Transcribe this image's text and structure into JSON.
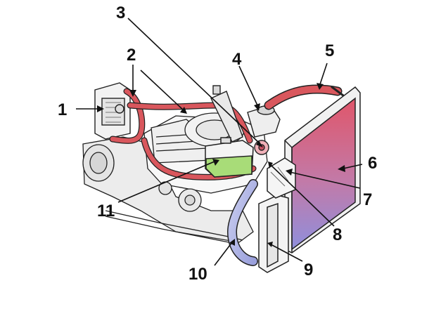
{
  "diagram": {
    "callouts": [
      {
        "id": "1",
        "label": "1"
      },
      {
        "id": "2",
        "label": "2"
      },
      {
        "id": "3",
        "label": "3"
      },
      {
        "id": "4",
        "label": "4"
      },
      {
        "id": "5",
        "label": "5"
      },
      {
        "id": "6",
        "label": "6"
      },
      {
        "id": "7",
        "label": "7"
      },
      {
        "id": "8",
        "label": "8"
      },
      {
        "id": "9",
        "label": "9"
      },
      {
        "id": "10",
        "label": "10"
      },
      {
        "id": "11",
        "label": "11"
      }
    ]
  },
  "colors": {
    "hot_hose": "#d9575d",
    "cold_hose": "#a9afe0",
    "radiator_top": "#e0566a",
    "radiator_bottom": "#8f8fdc",
    "reservoir_fluid": "#a8dc78",
    "line": "#111111"
  }
}
